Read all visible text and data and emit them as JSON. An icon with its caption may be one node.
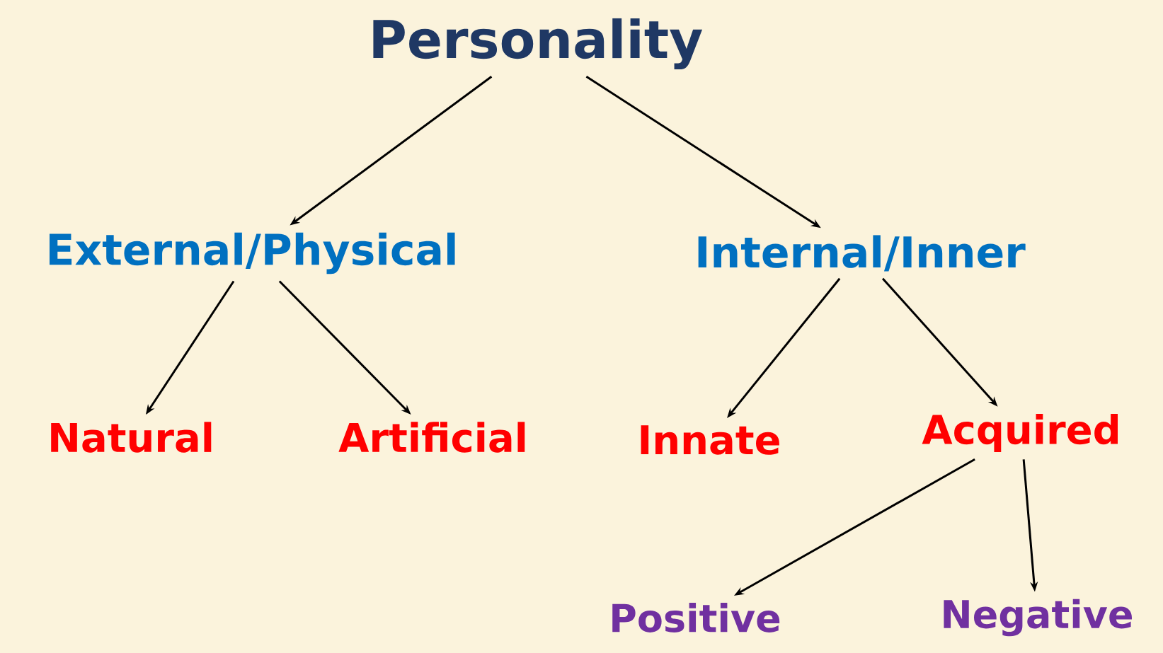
{
  "diagram": {
    "nodes": [
      {
        "text": [
          "Personality"
        ]
      },
      {
        "text": [
          "External/Physical"
        ]
      },
      {
        "text": [
          "Internal/Inner"
        ]
      },
      {
        "text": [
          "Natural"
        ]
      },
      {
        "text": [
          "Artificial"
        ]
      },
      {
        "text": [
          "Innate"
        ]
      },
      {
        "text": [
          "Acquired"
        ]
      },
      {
        "text": [
          "Positive"
        ]
      },
      {
        "text": [
          "Negative"
        ]
      }
    ],
    "edges": [
      {
        "from": 0,
        "to": 1,
        "arrow": "to"
      },
      {
        "from": 0,
        "to": 2,
        "arrow": "to"
      },
      {
        "from": 1,
        "to": 3,
        "arrow": "to"
      },
      {
        "from": 1,
        "to": 4,
        "arrow": "to"
      },
      {
        "from": 2,
        "to": 5,
        "arrow": "to"
      },
      {
        "from": 2,
        "to": 6,
        "arrow": "to"
      },
      {
        "from": 6,
        "to": 7,
        "arrow": "to"
      },
      {
        "from": 6,
        "to": 8,
        "arrow": "to"
      }
    ]
  }
}
